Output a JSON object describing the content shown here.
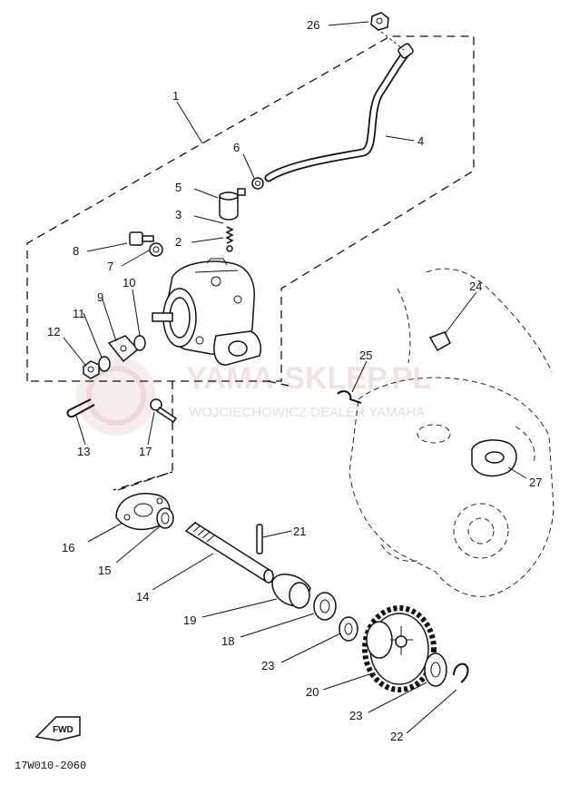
{
  "watermark": {
    "title": "YAMA-SKLEP.PL",
    "subtitle": "WOJCIECHOWICZ DEALER YAMAHA"
  },
  "diagram_code": "17W010-2060",
  "fwd_label": "FWD",
  "callouts": [
    "1",
    "2",
    "3",
    "4",
    "5",
    "6",
    "7",
    "8",
    "9",
    "10",
    "11",
    "12",
    "13",
    "14",
    "15",
    "16",
    "17",
    "18",
    "19",
    "20",
    "21",
    "22",
    "23",
    "23",
    "24",
    "25",
    "26",
    "27"
  ]
}
